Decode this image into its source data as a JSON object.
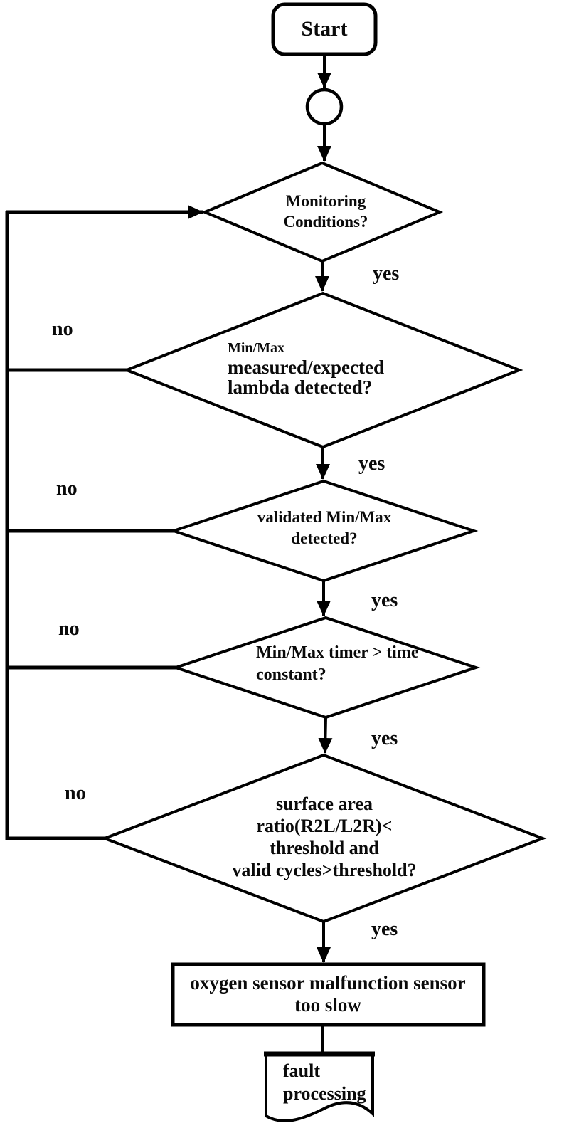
{
  "colors": {
    "stroke": "#000000",
    "background": "#ffffff",
    "text": "#0a0a0a"
  },
  "nodes": {
    "start": {
      "type": "terminator",
      "label": "Start"
    },
    "connector": {
      "type": "connector-circle"
    },
    "monitoring": {
      "type": "decision",
      "lines": [
        "Monitoring",
        "Conditions?"
      ]
    },
    "lambda": {
      "type": "decision",
      "lines": [
        "Min/Max",
        "measured/expected",
        "lambda detected?"
      ]
    },
    "validated": {
      "type": "decision",
      "lines": [
        "validated Min/Max",
        "detected?"
      ]
    },
    "timer": {
      "type": "decision",
      "lines": [
        "Min/Max timer > time",
        "constant?"
      ]
    },
    "surface": {
      "type": "decision",
      "lines": [
        "surface area",
        "ratio(R2L/L2R)<",
        "threshold and",
        "valid cycles>threshold?"
      ]
    },
    "malfunction": {
      "type": "process",
      "lines": [
        "oxygen sensor malfunction sensor",
        "too slow"
      ]
    },
    "fault": {
      "type": "document",
      "lines": [
        "fault",
        "processing"
      ]
    }
  },
  "edge_labels": {
    "yes": [
      "yes",
      "yes",
      "yes",
      "yes",
      "yes"
    ],
    "no": [
      "no",
      "no",
      "no",
      "no"
    ]
  }
}
